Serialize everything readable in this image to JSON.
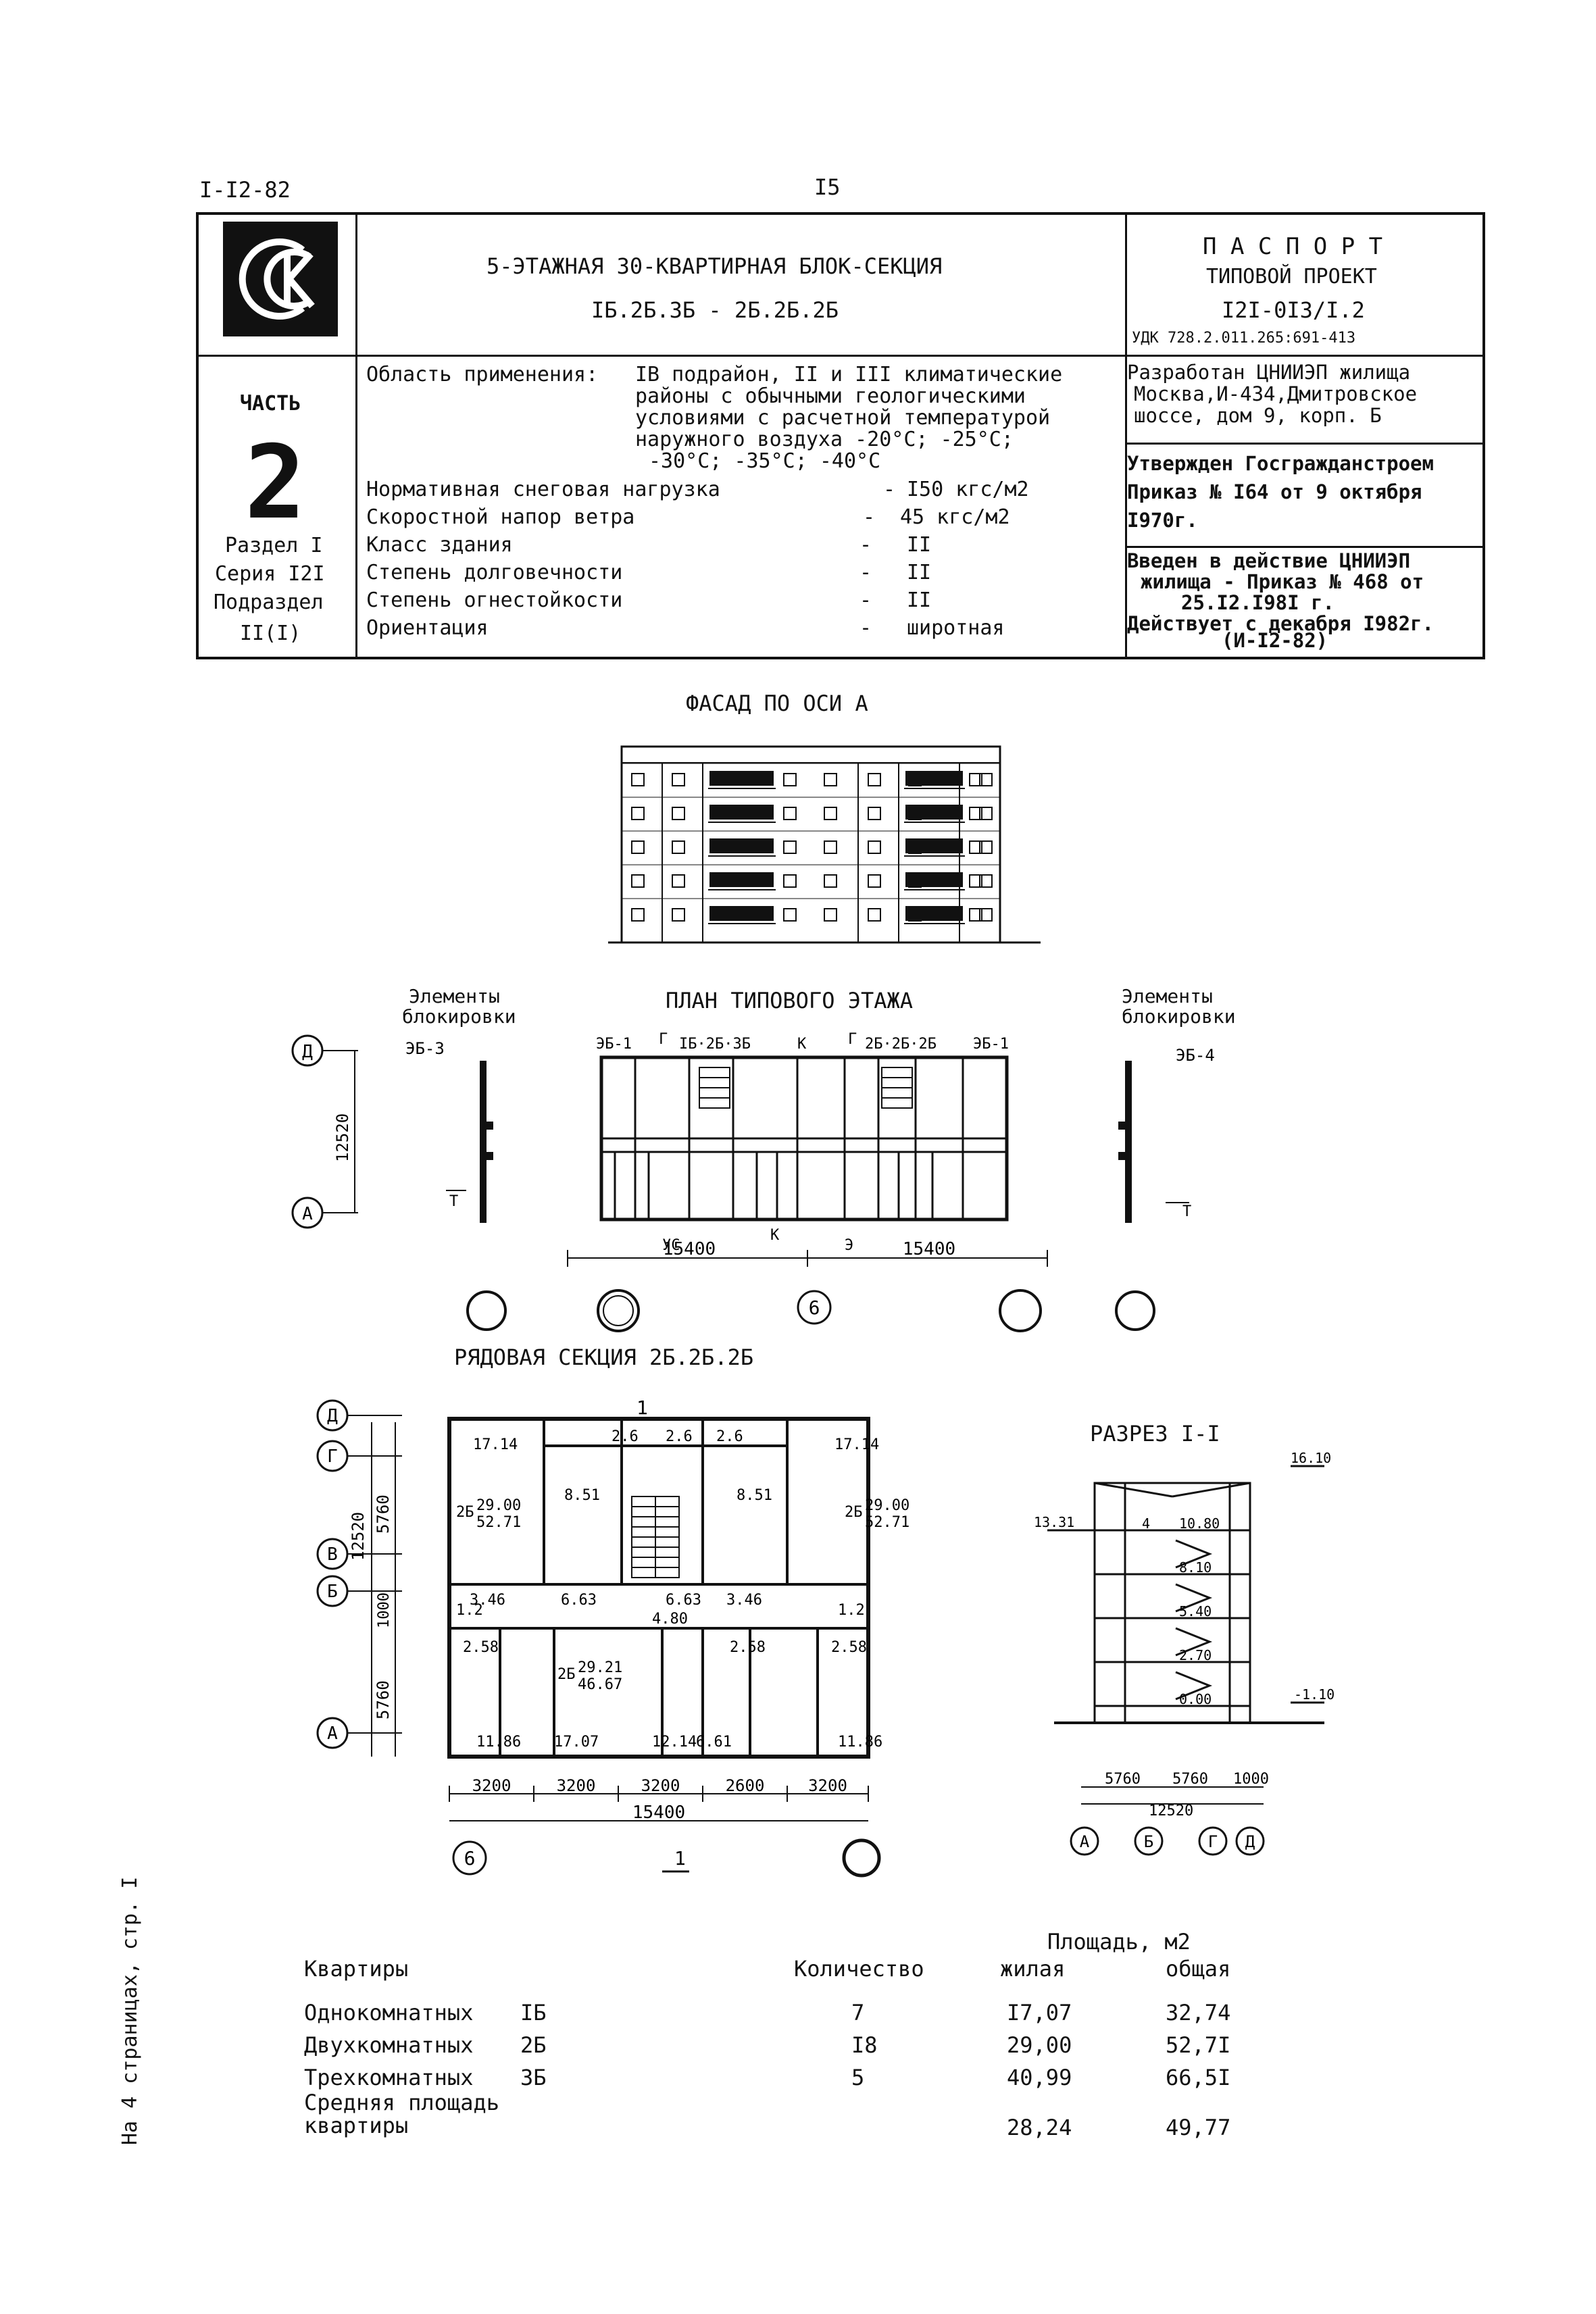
{
  "header": {
    "doc_code": "I-I2-82",
    "page_number": "I5"
  },
  "logo": {
    "text": "СК"
  },
  "title_block": {
    "title_line1": "5-ЭТАЖНАЯ 30-КВАРТИРНАЯ БЛОК-СЕКЦИЯ",
    "title_line2": "IБ.2Б.3Б - 2Б.2Б.2Б",
    "passport": "П А С П О Р Т",
    "project_type": "ТИПОВОЙ ПРОЕКТ",
    "project_number": "I2I-0I3/I.2",
    "udk": "УДК 728.2.011.265:691-413"
  },
  "part_block": {
    "part_label": "ЧАСТЬ",
    "part_number": "2",
    "section": "Раздел I",
    "series": "Серия I2I",
    "subsection_label": "Подраздел",
    "subsection_value": "II(I)"
  },
  "params": {
    "area_label": "Область применения:",
    "area_text": [
      "IВ подрайон, II и III климатические",
      "районы с обычными геологическими",
      "условиями с расчетной температурой",
      "наружного воздуха -20°C; -25°C;",
      "-30°C; -35°C; -40°C"
    ],
    "rows": [
      {
        "label": "Нормативная снеговая нагрузка",
        "dash": "-",
        "value": "I50 кгс/м2"
      },
      {
        "label": "Скоростной напор ветра",
        "dash": "-",
        "value": "45 кгс/м2"
      },
      {
        "label": "Класс здания",
        "dash": "-",
        "value": "II"
      },
      {
        "label": "Степень долговечности",
        "dash": "-",
        "value": "II"
      },
      {
        "label": "Степень огнестойкости",
        "dash": "-",
        "value": "II"
      },
      {
        "label": "Ориентация",
        "dash": "-",
        "value": "широтная"
      }
    ]
  },
  "right_info": {
    "developed": [
      "Разработан ЦНИИЭП жилища",
      "Москва,И-434,Дмитровское",
      "шоссе, дом 9, корп. Б"
    ],
    "approved": [
      "Утвержден Госгражданстроем",
      "Приказ № I64 от 9 октября",
      "I970г."
    ],
    "introduced": [
      "Введен в действие ЦНИИЭП",
      "жилища - Приказ № 468 от",
      "25.I2.I98I г.",
      "Действует с декабря I982г.",
      "(И-I2-82)"
    ]
  },
  "facade": {
    "title": "ФАСАД ПО ОСИ А"
  },
  "plan": {
    "title": "ПЛАН ТИПОВОГО ЭТАЖА",
    "left_label": [
      "Элементы",
      "блокировки"
    ],
    "right_label": [
      "Элементы",
      "блокировки"
    ],
    "codes": {
      "l1": "ЭБ-3",
      "l2": "ЭБ-1",
      "m1": "IБ·2Б·3Б",
      "m2": "2Б·2Б·2Б",
      "r1": "ЭБ-1",
      "r2": "ЭБ-4"
    },
    "dim_vertical": "12520",
    "dim_left": "15400",
    "dim_right": "15400",
    "axis_top": "Д",
    "axis_bottom": "А",
    "axis_mid": "6",
    "marks": {
      "t": "Т",
      "k": "К",
      "g": "Г",
      "ys": "УС",
      "e": "Э"
    }
  },
  "row_section": {
    "title": "РЯДОВАЯ СЕКЦИЯ 2Б.2Б.2Б",
    "axes_left": [
      "Д",
      "Г",
      "В",
      "Б",
      "А"
    ],
    "dims_left": [
      "12520",
      "5760",
      "1000",
      "5760"
    ],
    "room_labels": [
      "17.14",
      "2.6",
      "2.6",
      "2.6",
      "17.14",
      "8.51",
      "8.51",
      "2Б",
      "29.00",
      "52.71",
      "2Б",
      "29.00",
      "52.71",
      "3.46",
      "6.63",
      "6.63",
      "3.46",
      "4.80",
      "1.2",
      "2.58",
      "2.58",
      "2.58",
      "1.2",
      "2Б",
      "29.21",
      "46.67",
      "11.86",
      "17.07",
      "12.14",
      "6.61",
      "11.86"
    ],
    "dims_bottom": [
      "3200",
      "3200",
      "3200",
      "2600",
      "3200"
    ],
    "dim_total": "15400",
    "axis_b_left": "6",
    "axis_b_right": "",
    "section_mark": "1"
  },
  "cut": {
    "title": "РАЗРЕЗ I-I",
    "levels": [
      "16.10",
      "13.31",
      "10.80",
      "8.10",
      "5.40",
      "2.70",
      "0.00",
      "-1.10"
    ],
    "floor_mark": "4",
    "dims": [
      "5760",
      "5760",
      "1000"
    ],
    "dim_total": "12520",
    "axes": [
      "А",
      "Б",
      "Г",
      "Д"
    ]
  },
  "table": {
    "col_apartments": "Квартиры",
    "col_quantity": "Количество",
    "col_area": "Площадь, м2",
    "col_living": "жилая",
    "col_total": "общая",
    "rows": [
      {
        "name": "Однокомнатных",
        "type": "IБ",
        "qty": "7",
        "living": "I7,07",
        "total": "32,74"
      },
      {
        "name": "Двухкомнатных",
        "type": "2Б",
        "qty": "I8",
        "living": "29,00",
        "total": "52,7I"
      },
      {
        "name": "Трехкомнатных",
        "type": "3Б",
        "qty": "5",
        "living": "40,99",
        "total": "66,5I"
      }
    ],
    "avg_label": [
      "Средняя площадь",
      "квартиры"
    ],
    "avg_living": "28,24",
    "avg_total": "49,77"
  },
  "side_note": "На 4 страницах, стр. I"
}
